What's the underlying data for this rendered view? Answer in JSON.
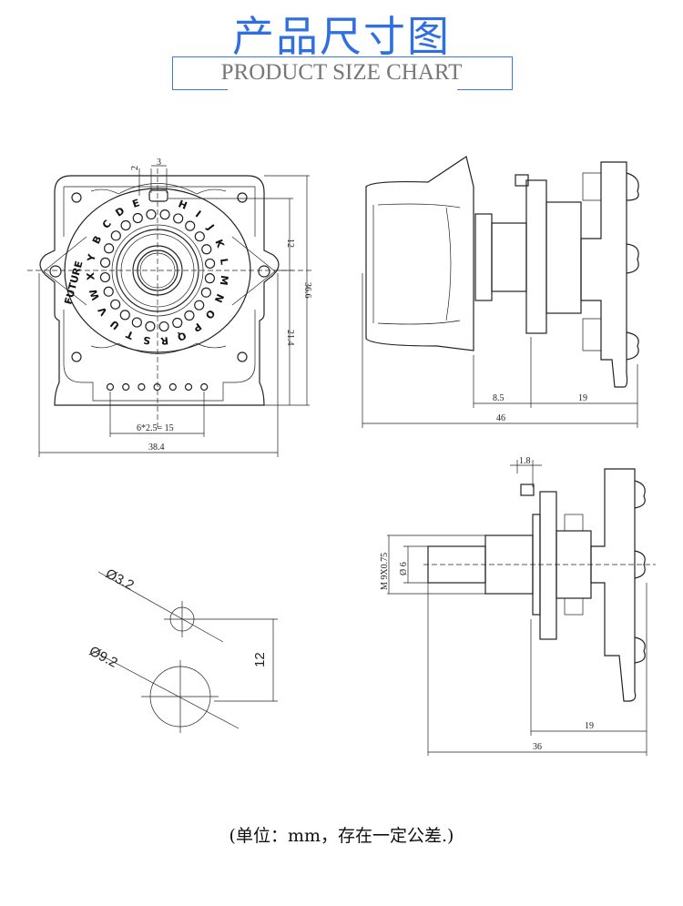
{
  "header": {
    "title": "产品尺寸图",
    "subtitle": "PRODUCT SIZE CHART"
  },
  "front_view": {
    "brand": "FUTURE",
    "dial_letters": [
      "H",
      "I",
      "J",
      "K",
      "L",
      "M",
      "N",
      "O",
      "P",
      "Q",
      "R",
      "S",
      "T",
      "U",
      "V",
      "W",
      "X",
      "Y",
      "B",
      "C",
      "D",
      "E"
    ],
    "dims": {
      "d2": "2",
      "d3": "3",
      "d12": "12",
      "d36_6": "36.6",
      "d21_4": "21.4",
      "pins": "6*2.5= 15",
      "width": "38.4"
    }
  },
  "side_view": {
    "dims": {
      "d8_5": "8.5",
      "d19": "19",
      "d46": "46"
    }
  },
  "shaft_view": {
    "dims": {
      "d1_8": "1.8",
      "thread": "M 9X0.75",
      "dia6": "Ø 6",
      "d19": "19",
      "d36": "36"
    }
  },
  "hole_view": {
    "small": "Ø3.2",
    "large": "Ø9.2",
    "spacing": "12"
  },
  "footer": {
    "note": "(单位：mm，存在一定公差.)"
  },
  "colors": {
    "title": "#2f6fe0",
    "border": "#3a78e6",
    "subtitle": "#777777"
  }
}
